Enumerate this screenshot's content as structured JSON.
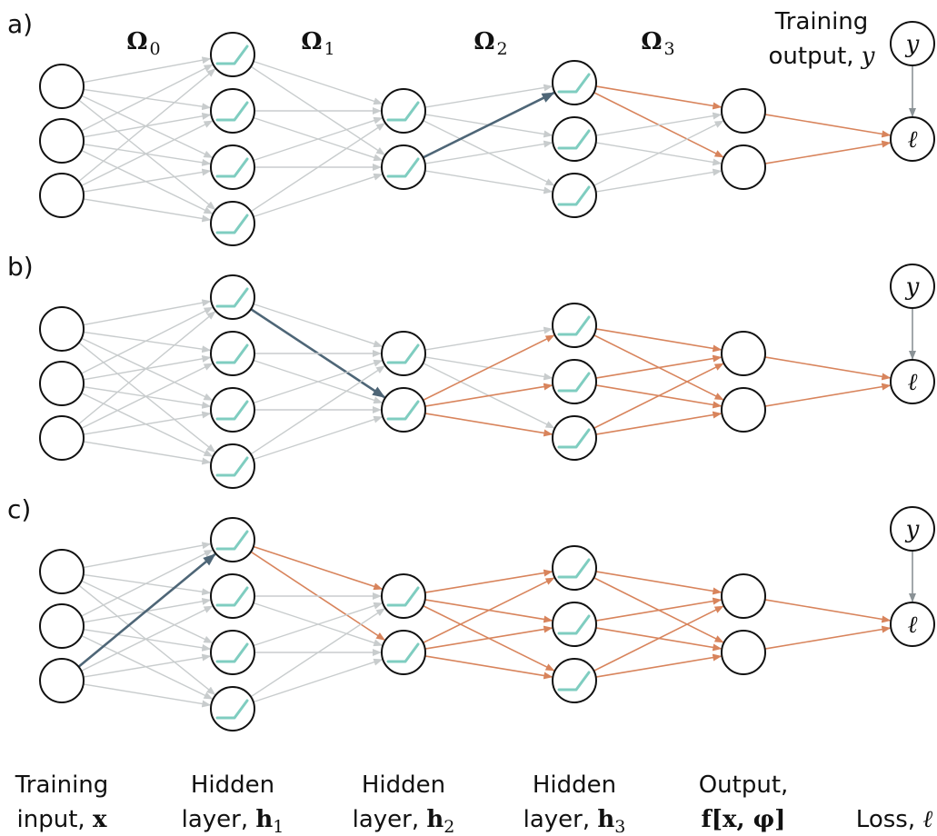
{
  "colors": {
    "inactive_edge": "#c8cccd",
    "gradient_edge": "#d8845c",
    "highlight_edge": "#4e6677",
    "loss_edge": "#8a9296",
    "relu_line": "#7fcdc0"
  },
  "weight_labels": [
    {
      "symbol": "Ω",
      "sub": "0"
    },
    {
      "symbol": "Ω",
      "sub": "1"
    },
    {
      "symbol": "Ω",
      "sub": "2"
    },
    {
      "symbol": "Ω",
      "sub": "3"
    }
  ],
  "training_output": {
    "line1": "Training",
    "line2": "output,",
    "var": "y"
  },
  "node_symbols": {
    "target": "y",
    "loss": "ℓ"
  },
  "panels": [
    {
      "label": "a)",
      "highlight": {
        "from": "h2.1",
        "to": "h3.0"
      }
    },
    {
      "label": "b)",
      "highlight": {
        "from": "h1.0",
        "to": "h2.1"
      }
    },
    {
      "label": "c)",
      "highlight": {
        "from": "x.2",
        "to": "h1.0"
      }
    }
  ],
  "bottom_labels": [
    {
      "line1": "Training",
      "line2": "input,",
      "var": "x",
      "var_bold": true
    },
    {
      "line1": "Hidden",
      "line2": "layer,",
      "var": "h",
      "sub": "1",
      "var_bold": true
    },
    {
      "line1": "Hidden",
      "line2": "layer,",
      "var": "h",
      "sub": "2",
      "var_bold": true
    },
    {
      "line1": "Hidden",
      "line2": "layer,",
      "var": "h",
      "sub": "3",
      "var_bold": true
    },
    {
      "line1": "Output,",
      "line2": "",
      "var": "f[x, φ]",
      "var_bold": true
    },
    {
      "line1": "",
      "line2": "Loss,",
      "var": "ℓ",
      "var_bold": false
    }
  ]
}
